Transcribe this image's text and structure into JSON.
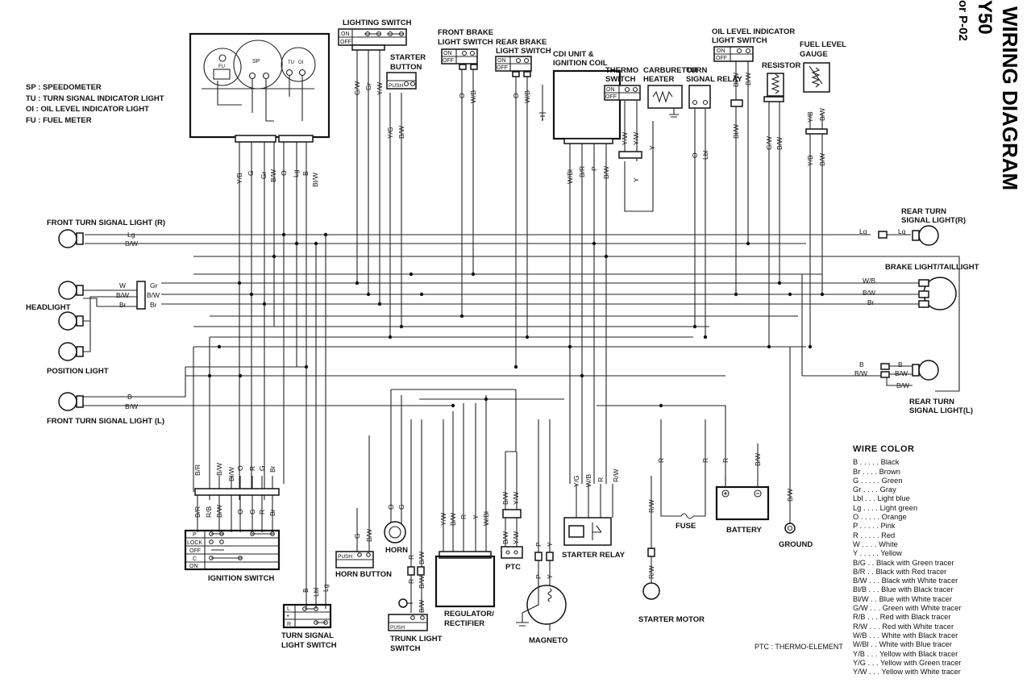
{
  "title": {
    "main": "WIRING DIAGRAM",
    "model": "Y50",
    "variant": "or P-02"
  },
  "meter_legend": [
    "SP : SPEEDOMETER",
    "TU : TURN SIGNAL INDICATOR LIGHT",
    "OI : OIL LEVEL INDICATOR LIGHT",
    "FU : FUEL METER"
  ],
  "meter_labels": {
    "sp": "SP",
    "fu": "FU",
    "tu": "TU",
    "oi": "OI"
  },
  "components": {
    "lighting_switch": "LIGHTING SWITCH",
    "front_brake_switch": [
      "FRONT BRAKE",
      "LIGHT SWITCH"
    ],
    "rear_brake_switch": [
      "REAR BRAKE",
      "LIGHT SWITCH"
    ],
    "starter_button": [
      "STARTER",
      "BUTTON"
    ],
    "cdi_unit": [
      "CDI UNIT &",
      "IGNITION COIL"
    ],
    "thermo_switch": [
      "THERMO",
      "SWITCH"
    ],
    "carburetor_heater": [
      "CARBURETOR",
      "HEATER"
    ],
    "turn_signal_relay": [
      "TURN",
      "SIGNAL RELAY"
    ],
    "oil_level_switch": [
      "OIL LEVEL INDICATOR",
      "LIGHT SWITCH"
    ],
    "resistor": "RESISTOR",
    "fuel_level_gauge": [
      "FUEL LEVEL",
      "GAUGE"
    ],
    "front_turn_r": "FRONT TURN SIGNAL LIGHT (R)",
    "headlight": "HEADLIGHT",
    "position_light": "POSITION LIGHT",
    "front_turn_l": "FRONT TURN SIGNAL LIGHT (L)",
    "rear_turn_r": [
      "REAR TURN",
      "SIGNAL LIGHT(R)"
    ],
    "brake_taillight": "BRAKE LIGHT/TAILLIGHT",
    "rear_turn_l": [
      "REAR TURN",
      "SIGNAL LIGHT(L)"
    ],
    "ignition_switch": "IGNITION SWITCH",
    "turn_signal_switch": [
      "TURN SIGNAL",
      "LIGHT SWITCH"
    ],
    "horn_button": "HORN BUTTON",
    "horn": "HORN",
    "trunk_light_switch": [
      "TRUNK LIGHT",
      "SWITCH"
    ],
    "regulator": [
      "REGULATOR/",
      "RECTIFIER"
    ],
    "ptc": "PTC",
    "magneto": "MAGNETO",
    "starter_relay": "STARTER RELAY",
    "starter_motor": "STARTER MOTOR",
    "fuse": "FUSE",
    "battery": "BATTERY",
    "ground": "GROUND"
  },
  "switch_states": {
    "on": "ON",
    "off": "OFF",
    "push": "PUSH"
  },
  "ignition_positions": [
    "P",
    "LOCK",
    "OFF",
    "C",
    "ON"
  ],
  "turn_switch_positions": [
    "L",
    "•",
    "R"
  ],
  "wire_labels": {
    "meter": [
      "Y/B",
      "G",
      "Gr",
      "B/W",
      "O",
      "Lg",
      "B",
      "Bl/W"
    ],
    "lighting": [
      "G/W",
      "Gr",
      "Y/W"
    ],
    "starter": [
      "Y/G",
      "B/W"
    ],
    "front_brake": [
      "O",
      "W/B"
    ],
    "rear_brake": [
      "O",
      "W/B"
    ],
    "cdi": [
      "W/Bl",
      "B/R",
      "P",
      "B/W"
    ],
    "thermo": [
      "Y/W",
      "Y/W",
      "Y"
    ],
    "carb": [
      "Y"
    ],
    "relay": [
      "O",
      "Lbl"
    ],
    "oil": [
      "Bl/W",
      "B/W",
      "Bl/W"
    ],
    "resistor": [
      "G/W",
      "B/W"
    ],
    "fuel": [
      "Y/B",
      "B/W",
      "Y/B",
      "B/W"
    ],
    "front_r": [
      "Lg",
      "B/W"
    ],
    "headlight": [
      "W",
      "B/W",
      "Br",
      "Gr",
      "B/W",
      "Br"
    ],
    "front_l": [
      "B",
      "B/W"
    ],
    "rear_r": [
      "Lg",
      "Lg"
    ],
    "tail": [
      "W/B",
      "B/W",
      "Br"
    ],
    "rear_l": [
      "B",
      "B/W",
      "B",
      "B/W",
      "B/W"
    ],
    "ign_top": [
      "B/R",
      "B/W",
      "Bl/W",
      "O",
      "R",
      "G",
      "Br"
    ],
    "ign_bot": [
      "B/R",
      "R/B",
      "B/W",
      "O",
      "G",
      "R",
      "Br"
    ],
    "turn_sw": [
      "B",
      "Lbl",
      "Lg"
    ],
    "horn_btn": [
      "G",
      "B/W"
    ],
    "horn": [
      "O",
      "G"
    ],
    "trunk": [
      "R",
      "R",
      "B/W",
      "B/W",
      "B/W"
    ],
    "reg": [
      "Y/W",
      "B/W",
      "R",
      "Y",
      "W/Bl"
    ],
    "ptc": [
      "B/W",
      "Y/W",
      "B/W",
      "Y/W"
    ],
    "mag": [
      "P",
      "Y",
      "P",
      "Y"
    ],
    "relay_st": [
      "Y/G",
      "W/B",
      "R",
      "R/W"
    ],
    "st_motor": [
      "R/W",
      "R/W"
    ],
    "batt": [
      "R",
      "R",
      "R",
      "B/W"
    ],
    "gnd": [
      "B/W"
    ]
  },
  "wire_color_header": "WIRE COLOR",
  "wire_colors": [
    {
      "code": "B",
      "dots": ". . . . .",
      "name": "Black"
    },
    {
      "code": "Br",
      "dots": ". . . .",
      "name": "Brown"
    },
    {
      "code": "G",
      "dots": ". . . . .",
      "name": "Green"
    },
    {
      "code": "Gr",
      "dots": ". . . .",
      "name": "Gray"
    },
    {
      "code": "Lbl",
      "dots": ". . .",
      "name": "Light blue"
    },
    {
      "code": "Lg",
      "dots": ". . . .",
      "name": "Light green"
    },
    {
      "code": "O",
      "dots": ". . . . .",
      "name": "Orange"
    },
    {
      "code": "P",
      "dots": ". . . . .",
      "name": "Pink"
    },
    {
      "code": "R",
      "dots": ". . . . .",
      "name": "Red"
    },
    {
      "code": "W",
      "dots": ". . . .",
      "name": "White"
    },
    {
      "code": "Y",
      "dots": ". . . . .",
      "name": "Yellow"
    },
    {
      "code": "B/G",
      "dots": ". .",
      "name": "Black with Green tracer"
    },
    {
      "code": "B/R",
      "dots": ". .",
      "name": "Black with Red tracer"
    },
    {
      "code": "B/W",
      "dots": ". . .",
      "name": "Black with White tracer"
    },
    {
      "code": "Bl/B",
      "dots": ". . .",
      "name": "Blue with Black tracer"
    },
    {
      "code": "Bl/W",
      "dots": ". .",
      "name": "Blue with White tracer"
    },
    {
      "code": "G/W",
      "dots": ". . .",
      "name": "Green with White tracer"
    },
    {
      "code": "R/B",
      "dots": ". . .",
      "name": "Red with Black tracer"
    },
    {
      "code": "R/W",
      "dots": ". . .",
      "name": "Red with White tracer"
    },
    {
      "code": "W/B",
      "dots": ". . .",
      "name": "White with Black tracer"
    },
    {
      "code": "W/Bl",
      "dots": ". .",
      "name": "White with Blue tracer"
    },
    {
      "code": "Y/B",
      "dots": ". . .",
      "name": "Yellow with Black tracer"
    },
    {
      "code": "Y/G",
      "dots": ". . .",
      "name": "Yellow with Green tracer"
    },
    {
      "code": "Y/W",
      "dots": ". . .",
      "name": "Yellow with White tracer"
    }
  ],
  "ptc_note": "PTC : THERMO-ELEMENT"
}
